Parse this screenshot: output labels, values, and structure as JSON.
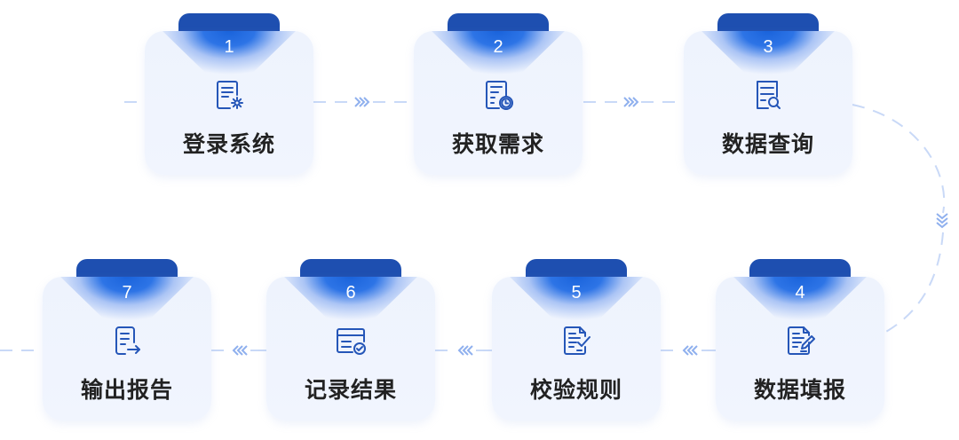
{
  "diagram": {
    "type": "process-flow",
    "accent_color": "#1e4fb0",
    "glow_color": "#1a63db",
    "card_bg": "#eef3fd",
    "connector_color": "#c9d9f7",
    "arrow_color": "#7fa3ec",
    "steps": [
      {
        "number": "1",
        "label": "登录系统",
        "icon": "document-gear-icon"
      },
      {
        "number": "2",
        "label": "获取需求",
        "icon": "document-clock-icon"
      },
      {
        "number": "3",
        "label": "数据查询",
        "icon": "document-search-icon"
      },
      {
        "number": "4",
        "label": "数据填报",
        "icon": "document-edit-icon"
      },
      {
        "number": "5",
        "label": "校验规则",
        "icon": "document-check-icon"
      },
      {
        "number": "6",
        "label": "记录结果",
        "icon": "record-check-icon"
      },
      {
        "number": "7",
        "label": "输出报告",
        "icon": "document-export-icon"
      }
    ],
    "connectors": [
      {
        "from": "1",
        "to": "2",
        "arrow": "chevrons-right"
      },
      {
        "from": "2",
        "to": "3",
        "arrow": "chevrons-right"
      },
      {
        "from": "3",
        "to": "4",
        "arrow": "chevrons-down",
        "shape": "curved"
      },
      {
        "from": "4",
        "to": "5",
        "arrow": "chevrons-left"
      },
      {
        "from": "5",
        "to": "6",
        "arrow": "chevrons-left"
      },
      {
        "from": "6",
        "to": "7",
        "arrow": "chevrons-left"
      }
    ]
  }
}
